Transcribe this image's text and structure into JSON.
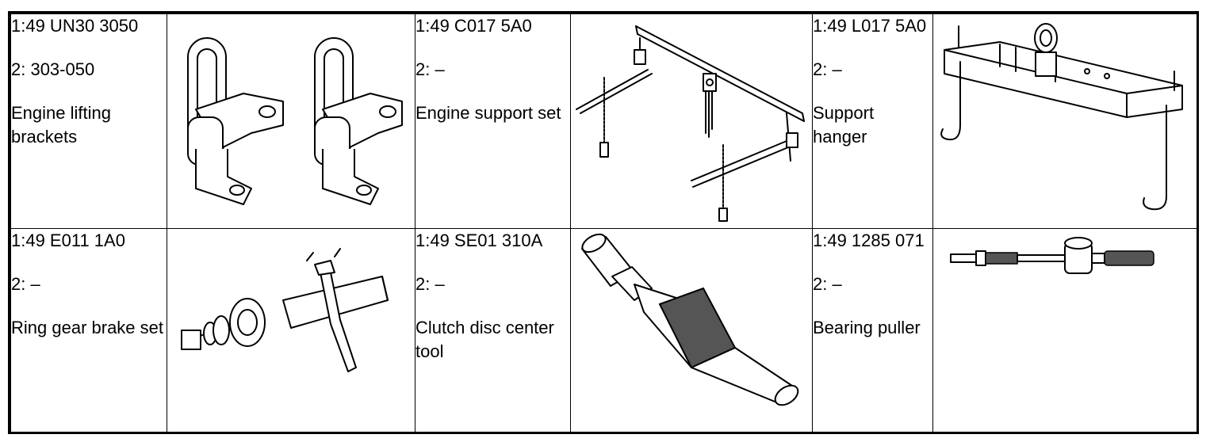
{
  "tools": [
    {
      "part": "1:49 UN30 3050",
      "alt": "2: 303-050",
      "description": "Engine lifting brackets",
      "illustration": "engine-lifting-brackets-icon"
    },
    {
      "part": "1:49 C017 5A0",
      "alt": "2: –",
      "description": "Engine support set",
      "illustration": "engine-support-set-icon"
    },
    {
      "part": "1:49 L017 5A0",
      "alt": "2: –",
      "description": "Support hanger",
      "illustration": "support-hanger-icon"
    },
    {
      "part": "1:49 E011 1A0",
      "alt": "2: –",
      "description": "Ring gear brake set",
      "illustration": "ring-gear-brake-set-icon"
    },
    {
      "part": "1:49 SE01 310A",
      "alt": "2: –",
      "description": "Clutch disc center tool",
      "illustration": "clutch-disc-center-tool-icon"
    },
    {
      "part": "1:49 1285 071",
      "alt": "2: –",
      "description": "Bearing puller",
      "illustration": "bearing-puller-icon"
    }
  ]
}
